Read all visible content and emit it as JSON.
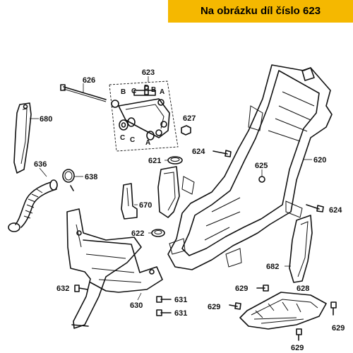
{
  "banner": {
    "text": "Na obrázku díl číslo 623"
  },
  "sublabels": {
    "b": "B",
    "c1": "C",
    "d": "D",
    "b2": "B",
    "a1": "A",
    "c2": "C",
    "c3": "C",
    "a2": "A"
  },
  "parts": {
    "p623": "623",
    "p626": "626",
    "p680": "680",
    "p627": "627",
    "p636": "636",
    "p638": "638",
    "p621": "621",
    "p624a": "624",
    "p625": "625",
    "p620": "620",
    "p670": "670",
    "p624b": "624",
    "p622": "622",
    "p682": "682",
    "p632": "632",
    "p630": "630",
    "p631a": "631",
    "p631b": "631",
    "p629a": "629",
    "p628": "628",
    "p629b": "629",
    "p629c": "629",
    "p629d": "629"
  }
}
